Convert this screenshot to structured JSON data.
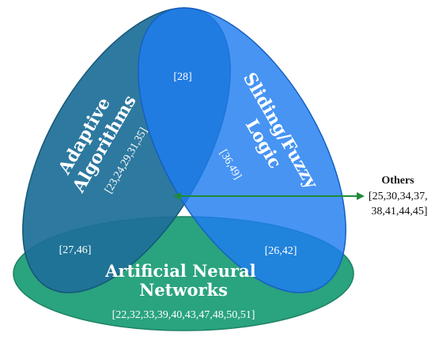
{
  "diagram": {
    "colors": {
      "ann": "#2aa37f",
      "adaptive": "#1e6f98",
      "sliding": "#1f7df0",
      "arrow": "#1f8a3a"
    },
    "sets": {
      "adaptive": {
        "name_line1": "Adaptive",
        "name_line2": "Algorithms",
        "refs": "[23,24,29,31,35]"
      },
      "sliding": {
        "name_line1": "Sliding/Fuzzy",
        "name_line2": "Logic",
        "refs": "[36,49]"
      },
      "ann": {
        "name_line1": "Artificial Neural",
        "name_line2": "Networks",
        "refs": "[22,32,33,39,40,43,47,48,50,51]"
      }
    },
    "intersections": {
      "adaptive_sliding": "[28]",
      "adaptive_ann": "[27,46]",
      "sliding_ann": "[26,42]"
    },
    "others": {
      "title": "Others",
      "refs_line1": "[25,30,34,37,",
      "refs_line2": "38,41,44,45]"
    }
  }
}
